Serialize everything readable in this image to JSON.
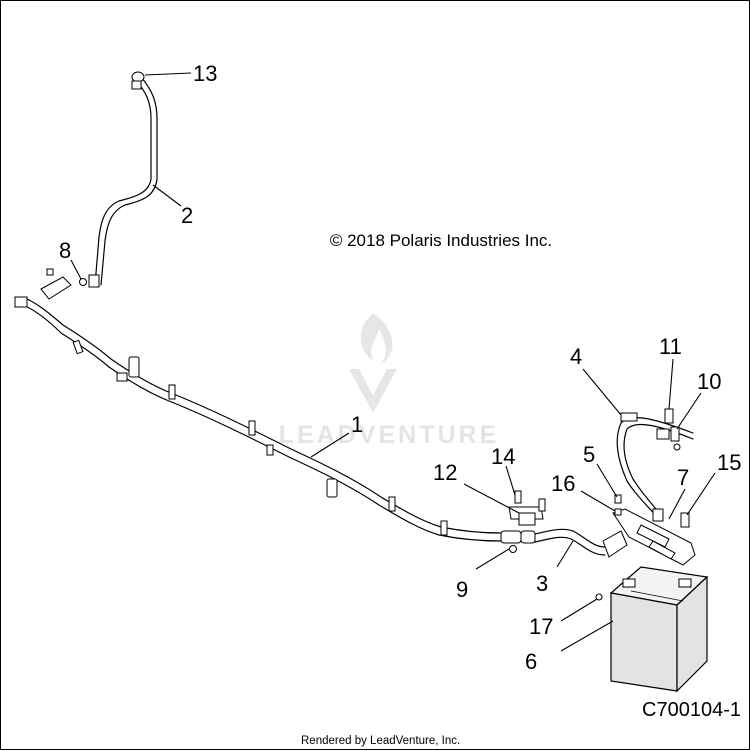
{
  "copyright": "© 2018 Polaris Industries Inc.",
  "watermark": "LEADVENTURE",
  "footer": {
    "credit": "Rendered by LeadVenture, Inc.",
    "diagram_id": "C700104-1"
  },
  "callouts": {
    "c1": "1",
    "c2": "2",
    "c3": "3",
    "c4": "4",
    "c5": "5",
    "c6": "6",
    "c7": "7",
    "c8": "8",
    "c9": "9",
    "c10": "10",
    "c11": "11",
    "c12": "12",
    "c13": "13",
    "c14": "14",
    "c15": "15",
    "c16": "16",
    "c17": "17"
  }
}
